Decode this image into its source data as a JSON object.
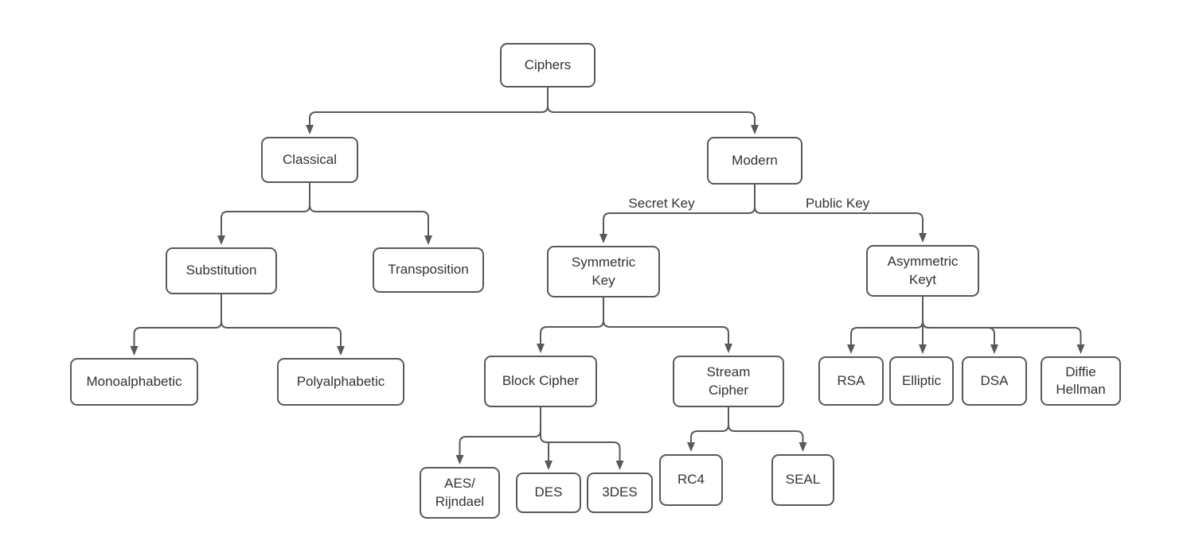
{
  "diagram": {
    "type": "tree-flowchart",
    "root": "Ciphers"
  },
  "colors": {
    "stroke": "#595959",
    "text": "#333333",
    "background": "#ffffff",
    "node_fill": "#ffffff"
  },
  "nodes": {
    "ciphers": {
      "label": "Ciphers"
    },
    "classical": {
      "label": "Classical"
    },
    "modern": {
      "label": "Modern"
    },
    "substitution": {
      "label": "Substitution"
    },
    "transposition": {
      "label": "Transposition"
    },
    "symmetric_key": {
      "label": "Symmetric\nKey"
    },
    "asymmetric_key": {
      "label": "Asymmetric\nKeyt"
    },
    "monoalphabetic": {
      "label": "Monoalphabetic"
    },
    "polyalphabetic": {
      "label": "Polyalphabetic"
    },
    "block_cipher": {
      "label": "Block Cipher"
    },
    "stream_cipher": {
      "label": "Stream\nCipher"
    },
    "rsa": {
      "label": "RSA"
    },
    "elliptic": {
      "label": "Elliptic"
    },
    "dsa": {
      "label": "DSA"
    },
    "diffie_hellman": {
      "label": "Diffie\nHellman"
    },
    "aes_rijndael": {
      "label": "AES/\nRijndael"
    },
    "des": {
      "label": "DES"
    },
    "tdes": {
      "label": "3DES"
    },
    "rc4": {
      "label": "RC4"
    },
    "seal": {
      "label": "SEAL"
    }
  },
  "edge_labels": {
    "secret_key": "Secret Key",
    "public_key": "Public Key"
  },
  "hierarchy": {
    "Ciphers": [
      "Classical",
      "Modern"
    ],
    "Classical": [
      "Substitution",
      "Transposition"
    ],
    "Substitution": [
      "Monoalphabetic",
      "Polyalphabetic"
    ],
    "Modern": [
      "Symmetric Key (Secret Key)",
      "Asymmetric Keyt (Public Key)"
    ],
    "Symmetric Key": [
      "Block Cipher",
      "Stream Cipher"
    ],
    "Block Cipher": [
      "AES/Rijndael",
      "DES",
      "3DES"
    ],
    "Stream Cipher": [
      "RC4",
      "SEAL"
    ],
    "Asymmetric Keyt": [
      "RSA",
      "Elliptic",
      "DSA",
      "Diffie Hellman"
    ]
  }
}
